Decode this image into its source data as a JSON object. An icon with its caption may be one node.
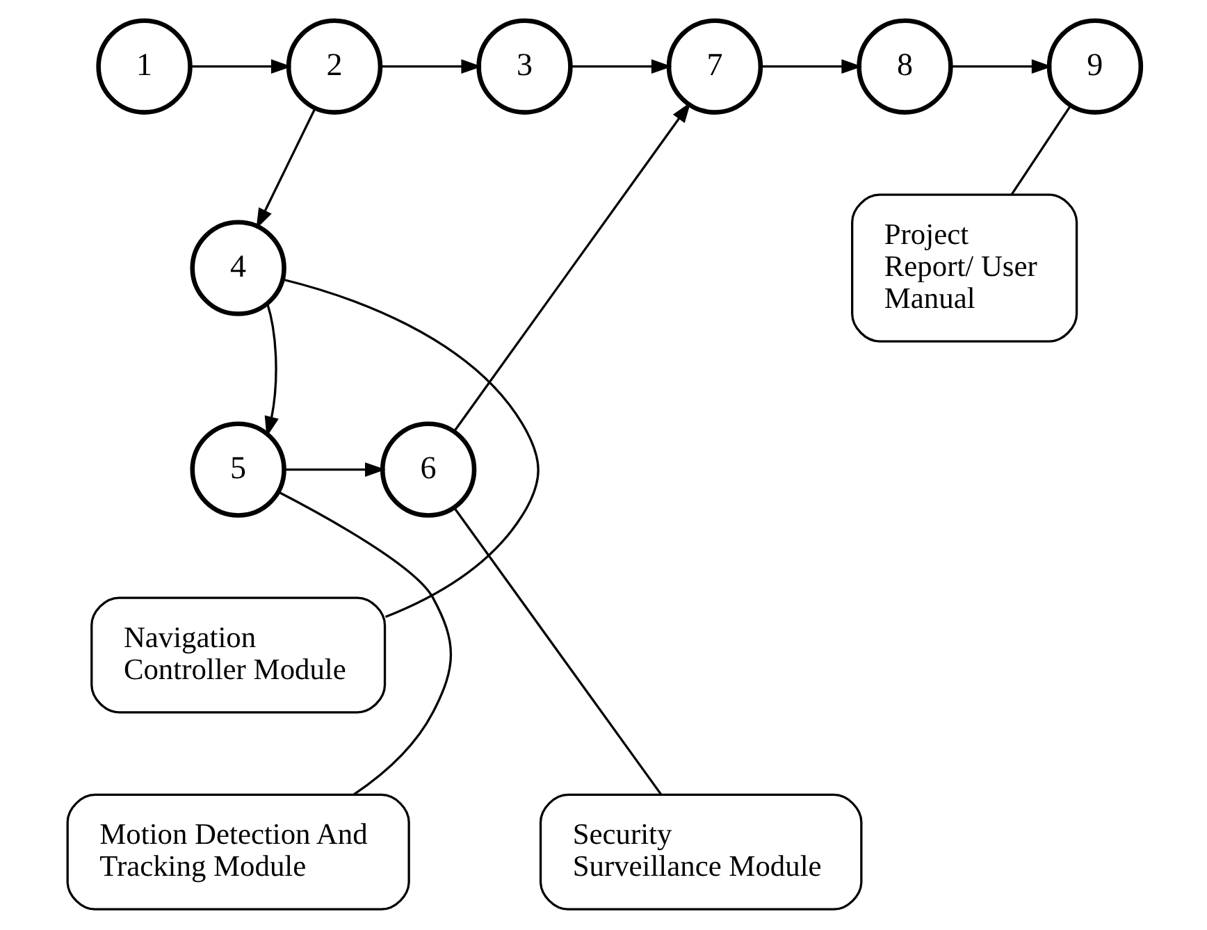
{
  "diagram": {
    "nodes": [
      {
        "text": [
          "1"
        ]
      },
      {
        "text": [
          "2"
        ]
      },
      {
        "text": [
          "3"
        ]
      },
      {
        "text": [
          "7"
        ]
      },
      {
        "text": [
          "8"
        ]
      },
      {
        "text": [
          "9"
        ]
      },
      {
        "text": [
          "4"
        ]
      },
      {
        "text": [
          "5"
        ]
      },
      {
        "text": [
          "6"
        ]
      },
      {
        "text": [
          "Project Report/ User Manual"
        ]
      },
      {
        "text": [
          "Navigation Controller Module"
        ]
      },
      {
        "text": [
          "Motion Detection And Tracking Module"
        ]
      },
      {
        "text": [
          "Security Surveillance Module"
        ]
      }
    ],
    "edges": [
      {
        "from": 0,
        "to": 1,
        "arrow": "to"
      },
      {
        "from": 1,
        "to": 2,
        "arrow": "to"
      },
      {
        "from": 2,
        "to": 3,
        "arrow": "to"
      },
      {
        "from": 3,
        "to": 4,
        "arrow": "to"
      },
      {
        "from": 4,
        "to": 5,
        "arrow": "to"
      },
      {
        "from": 1,
        "to": 6,
        "arrow": "to"
      },
      {
        "from": 6,
        "to": 7,
        "arrow": "to"
      },
      {
        "from": 7,
        "to": 8,
        "arrow": "to"
      },
      {
        "from": 8,
        "to": 3,
        "arrow": "to"
      },
      {
        "from": 9,
        "to": 5,
        "arrow": "none"
      },
      {
        "from": 10,
        "to": 6,
        "arrow": "none"
      },
      {
        "from": 11,
        "to": 7,
        "arrow": "none"
      },
      {
        "from": 12,
        "to": 8,
        "arrow": "none"
      }
    ]
  }
}
